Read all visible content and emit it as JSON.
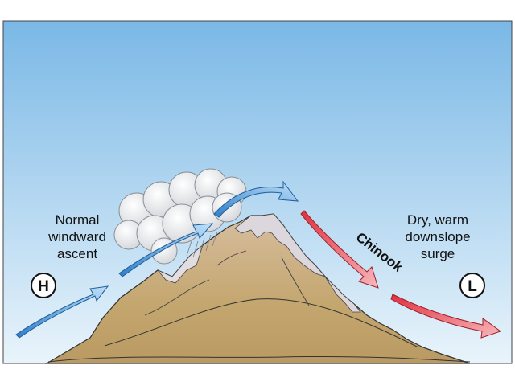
{
  "labels": {
    "left_line1": "Normal",
    "left_line2": "windward",
    "left_line3": "ascent",
    "right_line1": "Dry, warm",
    "right_line2": "downslope",
    "right_line3": "surge",
    "chinook": "Chinook",
    "high_pressure": "H",
    "low_pressure": "L"
  },
  "colors": {
    "sky_top": "#7ab8e6",
    "sky_bottom": "#e9f4fb",
    "mountain": "#c8aa78",
    "snow": "#d8d4d8",
    "windward_arrow": "#3c8fd6",
    "chinook_arrow": "#e0404a"
  }
}
